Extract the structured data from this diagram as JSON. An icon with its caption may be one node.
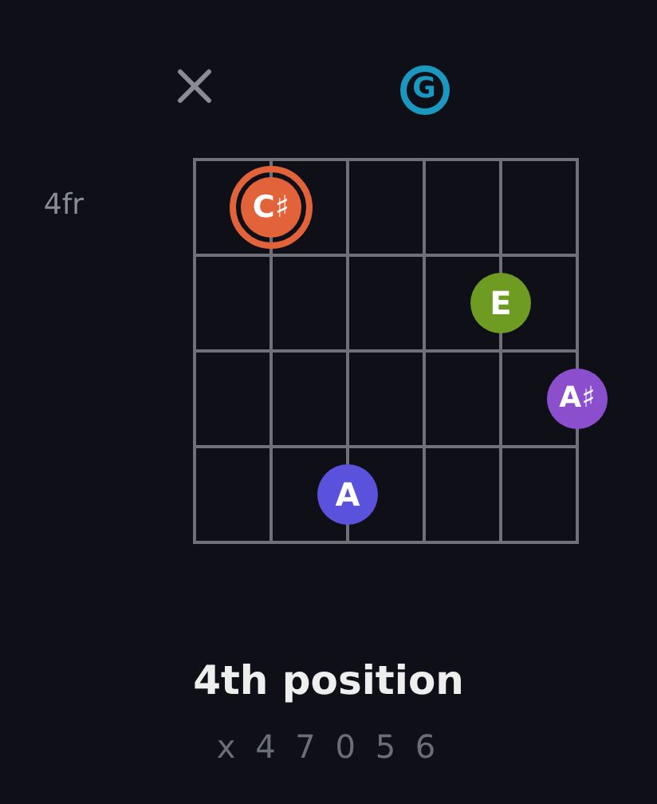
{
  "diagram": {
    "title": "4th position",
    "nodes": [
      {
        "text": [
          "G"
        ]
      },
      {
        "text": [
          "C♯"
        ]
      },
      {
        "text": [
          "E"
        ]
      },
      {
        "text": [
          "A♯"
        ]
      },
      {
        "text": [
          "A"
        ]
      }
    ],
    "labels": [
      "4fr",
      "x 4 7 0 5 6"
    ]
  }
}
